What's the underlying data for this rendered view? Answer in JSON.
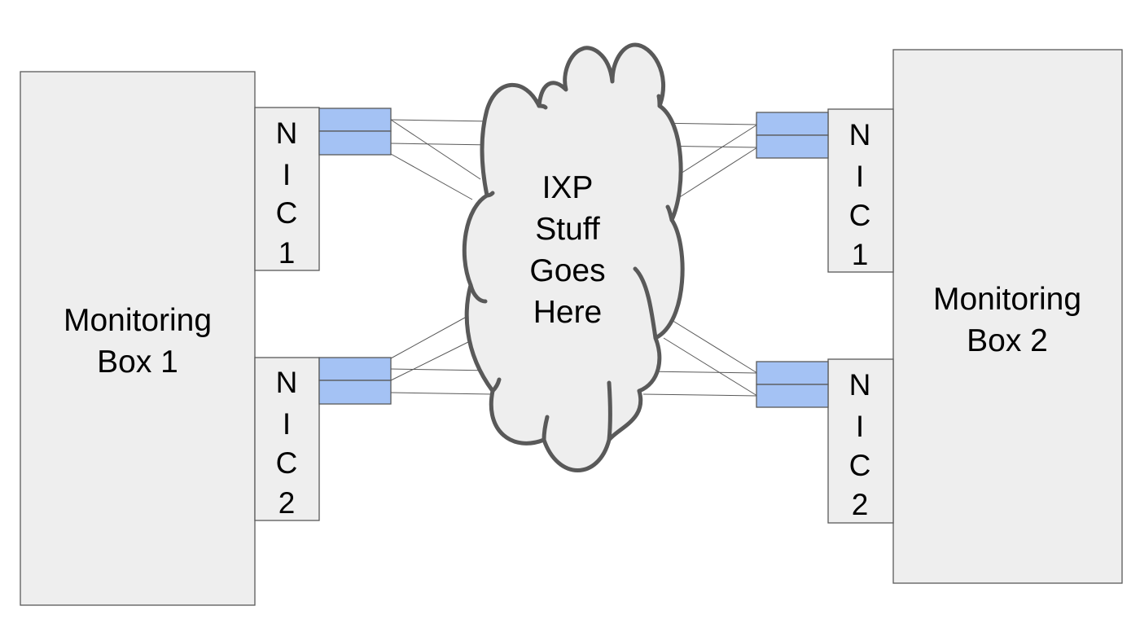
{
  "box1": {
    "line1": "Monitoring",
    "line2": "Box 1"
  },
  "box2": {
    "line1": "Monitoring",
    "line2": "Box 2"
  },
  "box1_nic1": [
    "N",
    "I",
    "C",
    "1"
  ],
  "box1_nic2": [
    "N",
    "I",
    "C",
    "2"
  ],
  "box2_nic1": [
    "N",
    "I",
    "C",
    "1"
  ],
  "box2_nic2": [
    "N",
    "I",
    "C",
    "2"
  ],
  "cloud": {
    "line1": "IXP",
    "line2": "Stuff",
    "line3": "Goes",
    "line4": "Here"
  },
  "colors": {
    "box_fill": "#eeeeee",
    "port_fill": "#a4c2f4",
    "stroke": "#595959"
  }
}
